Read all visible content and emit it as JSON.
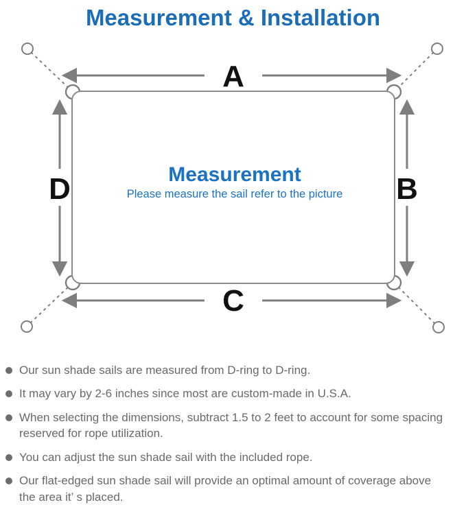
{
  "title": "Measurement & Installation",
  "colors": {
    "accent_blue": "#1b6db6",
    "center_blue": "#1a72c2",
    "diagram_gray": "#7e7e7e",
    "label_black": "#111111",
    "note_gray": "#696969"
  },
  "diagram": {
    "labels": {
      "top": "A",
      "right": "B",
      "bottom": "C",
      "left": "D"
    },
    "center_title": "Measurement",
    "center_subtitle": "Please measure the sail refer to the picture"
  },
  "notes": [
    "Our sun shade sails are measured from D-ring to D-ring.",
    "It may vary by 2-6 inches since most are custom-made in U.S.A.",
    "When selecting the dimensions, subtract 1.5 to 2 feet to account for some spacing\nreserved for rope utilization.",
    "You can adjust the sun shade sail with the included rope.",
    "Our flat-edged sun shade sail will provide an optimal amount of coverage above\nthe area it’ s placed."
  ]
}
